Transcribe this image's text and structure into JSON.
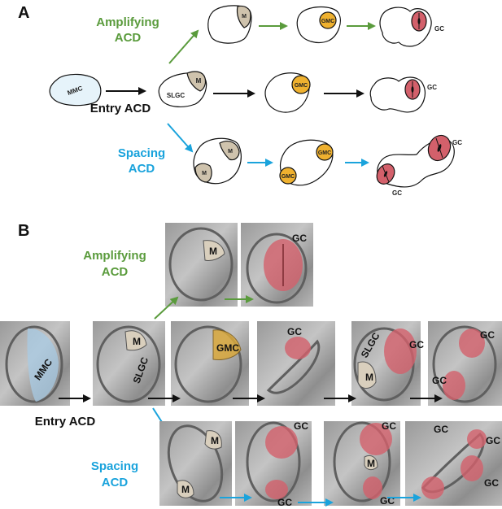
{
  "panel_a": {
    "letter": "A",
    "amplifying_label": [
      "Amplifying",
      "ACD"
    ],
    "entry_label": "Entry ACD",
    "spacing_label": [
      "Spacing",
      "ACD"
    ],
    "cells": {
      "mmc": "MMC",
      "slgc": "SLGC",
      "m": "M",
      "gmc": "GMC",
      "gc": "GC"
    }
  },
  "panel_b": {
    "letter": "B",
    "amplifying_label": [
      "Amplifying",
      "ACD"
    ],
    "entry_label": "Entry ACD",
    "spacing_label": [
      "Spacing",
      "ACD"
    ],
    "photo_labels": {
      "mmc": "MMC",
      "m": "M",
      "slgc": "SLGC",
      "gmc": "GMC",
      "gc": "GC"
    }
  },
  "colors": {
    "amplifying": "#5a9b3c",
    "spacing": "#1aa3dc",
    "entry": "#111111",
    "mmc_fill": "#e6f3fa",
    "meristemoid_fill": "#cfc3ad",
    "gmc_fill": "#efb12f",
    "guard_cell_fill": "#d3606b"
  }
}
